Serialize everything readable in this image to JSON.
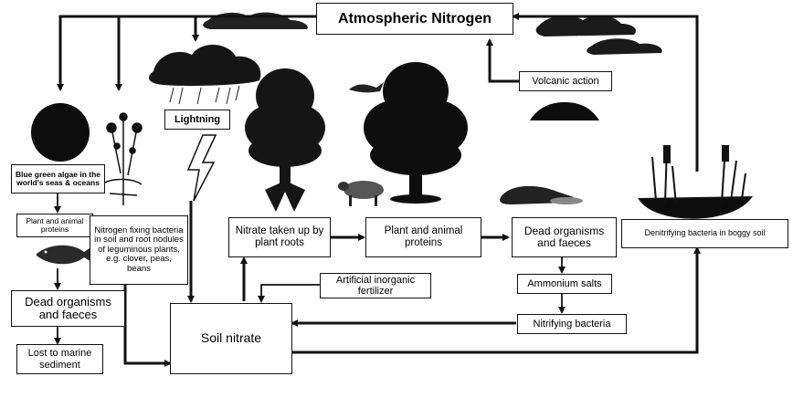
{
  "diagram": {
    "title": "Atmospheric Nitrogen",
    "labels": {
      "volcanic_action": "Volcanic action",
      "lightning": "Lightning",
      "blue_green_algae": "Blue green algae in the world's seas & oceans",
      "plant_animal_proteins_sea": "Plant and animal proteins",
      "nitrogen_fixing": "Nitrogen fixing bacteria in soil and root nodules of leguminous plants, e.g. clover, peas, beans",
      "dead_organisms_sea": "Dead organisms and faeces",
      "lost_marine": "Lost to marine sediment",
      "nitrate_taken_up": "Nitrate taken up by plant roots",
      "plant_animal_proteins": "Plant and animal proteins",
      "dead_organisms": "Dead organisms and faeces",
      "denitrifying": "Denitrifying bacteria in boggy soil",
      "artificial_fertilizer": "Artificial inorganic fertilizer",
      "ammonium_salts": "Ammonium salts",
      "nitrifying_bacteria": "Nitrifying bacteria",
      "soil_nitrate": "Soil nitrate"
    },
    "illustrations": [
      "cloud-icon",
      "storm-cloud-icon",
      "ocean-sphere-icon",
      "clover-plant-icon",
      "fish-icon",
      "lightning-bolt-icon",
      "tree-icon",
      "bird-icon",
      "sheep-icon",
      "volcano-icon",
      "dead-animal-icon",
      "bog-reeds-icon"
    ]
  }
}
